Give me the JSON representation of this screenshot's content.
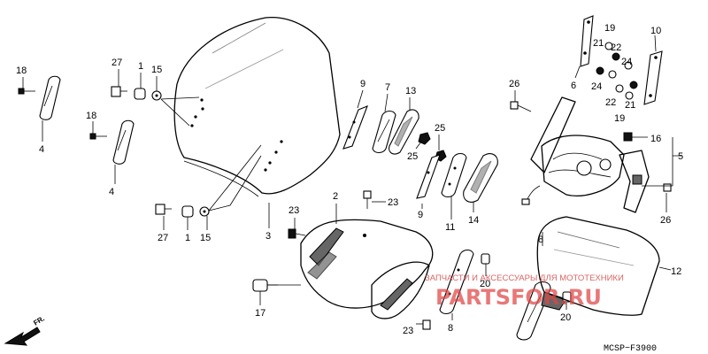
{
  "diagram": {
    "catalog_code": "MCSP−F3900",
    "direction_label": "FR.",
    "watermark_caption": "ЗАПЧАСТИ И АКСЕССУАРЫ ДЛЯ МОТОТЕХНИКИ",
    "watermark_brand": "PARTSFOR.RU",
    "callouts": {
      "c18a": "18",
      "c4a": "4",
      "c18b": "18",
      "c4b": "4",
      "c27a": "27",
      "c1a": "1",
      "c15a": "15",
      "c27b": "27",
      "c1b": "1",
      "c15b": "15",
      "c3": "3",
      "c2": "2",
      "c23a": "23",
      "c23b": "23",
      "c23c": "23",
      "c17": "17",
      "c9a": "9",
      "c7": "7",
      "c13": "13",
      "c25a": "25",
      "c25b": "25",
      "c9b": "9",
      "c11": "11",
      "c14": "14",
      "c8a": "8",
      "c8b": "8",
      "c20a": "20",
      "c20b": "20",
      "c26a": "26",
      "c26b": "26",
      "c16": "16",
      "c5": "5",
      "c6": "6",
      "c19a": "19",
      "c19b": "19",
      "c21a": "21",
      "c21b": "21",
      "c22a": "22",
      "c22b": "22",
      "c24a": "24",
      "c24b": "24",
      "c10": "10",
      "c12": "12"
    }
  }
}
